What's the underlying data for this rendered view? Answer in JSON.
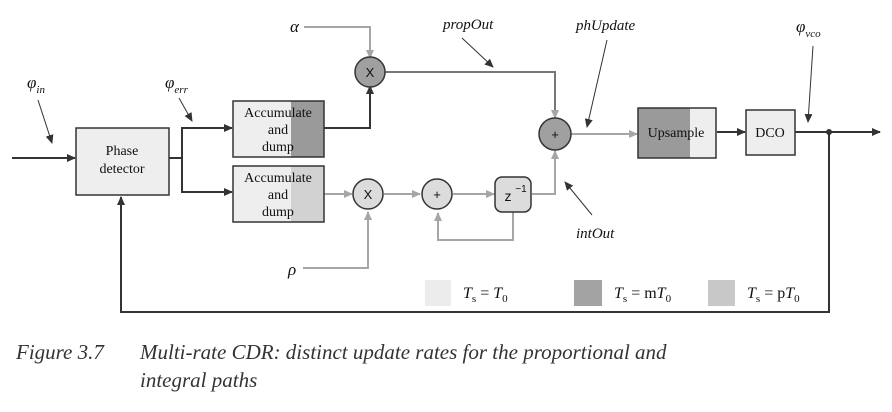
{
  "colors": {
    "light": "#eeeeee",
    "medium": "#d2d2d2",
    "dark": "#9a9a9a",
    "line_dark": "#333333",
    "line_gray": "#a6a6a6",
    "legend_light": "#ececec",
    "legend_dark": "#a3a3a3",
    "legend_medium": "#c8c8c8"
  },
  "signals": {
    "phi_in": "φ",
    "phi_in_sub": "in",
    "phi_err": "φ",
    "phi_err_sub": "err",
    "phi_vco": "φ",
    "phi_vco_sub": "vco",
    "alpha": "α",
    "rho": "ρ",
    "prop_out": "propOut",
    "ph_update": "phUpdate",
    "int_out": "intOut"
  },
  "blocks": {
    "phase_detector": [
      "Phase",
      "detector"
    ],
    "acc_top": [
      "Accumulate",
      "and",
      "dump"
    ],
    "acc_bottom": [
      "Accumulate",
      "and",
      "dump"
    ],
    "upsample": "Upsample",
    "dco": "DCO",
    "delay": "z",
    "delay_exp": "−1",
    "mult": "X",
    "adder": "+"
  },
  "legend": [
    {
      "t": "T",
      "s": "s",
      "eq": " = ",
      "rhs": "T",
      "rsub": "0"
    },
    {
      "t": "T",
      "s": "s",
      "eq": " = m",
      "rhs": "T",
      "rsub": "0"
    },
    {
      "t": "T",
      "s": "s",
      "eq": " = p",
      "rhs": "T",
      "rsub": "0"
    }
  ],
  "caption": {
    "number": "Figure 3.7",
    "line1": "Multi-rate CDR: distinct update rates for the proportional and",
    "line2": "integral paths"
  }
}
